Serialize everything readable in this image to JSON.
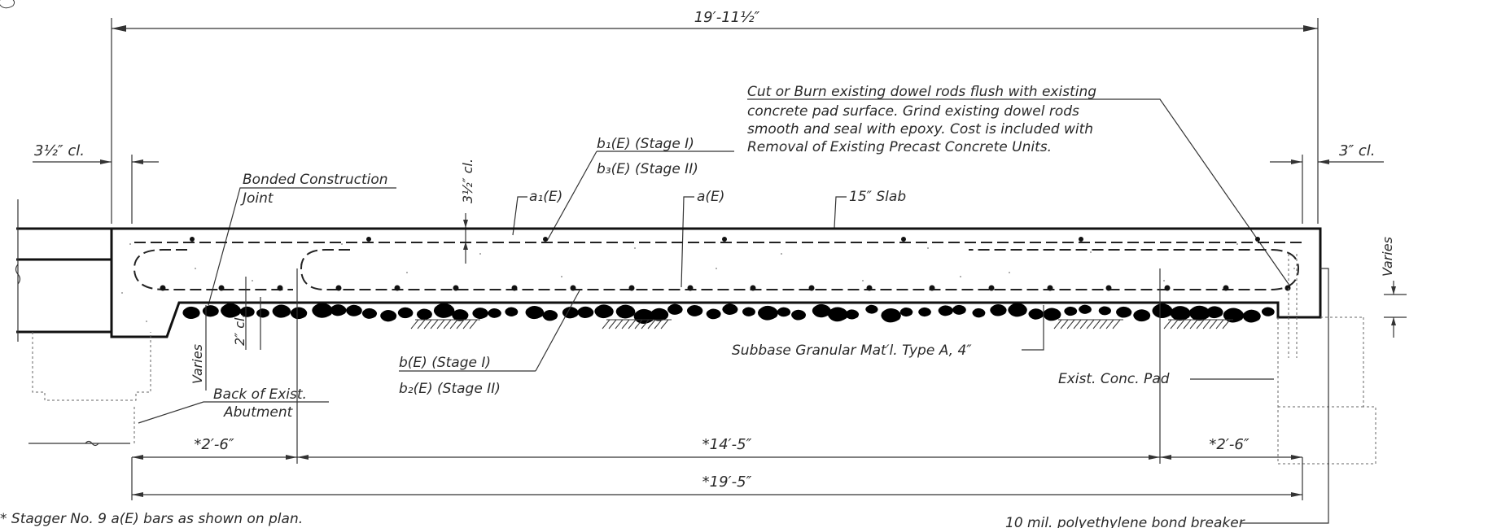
{
  "dimensions": {
    "overall_top": "19′-11½″",
    "left_clear": "3½″ cl.",
    "right_clear": "3″ cl.",
    "top_clear": "3½″ cl.",
    "bottom_clear": "2″ cl.",
    "seg_left": "*2′-6″",
    "seg_mid": "*14′-5″",
    "seg_right": "*2′-6″",
    "overall_bottom": "*19′-5″",
    "varies_left": "Varies",
    "varies_right": "Varies"
  },
  "labels": {
    "bonded_joint_1": "Bonded Construction",
    "bonded_joint_2": "Joint",
    "a1e": "a₁(E)",
    "b1e": "b₁(E) (Stage I)",
    "b3e": "b₃(E) (Stage II)",
    "ae": "a(E)",
    "slab": "15″ Slab",
    "cut_note_1": "Cut or Burn existing dowel rods flush with existing",
    "cut_note_2": "concrete pad surface.  Grind existing dowel rods",
    "cut_note_3": "smooth and seal with epoxy.  Cost is included with",
    "cut_note_4": "Removal of Existing Precast Concrete Units.",
    "be": "b(E) (Stage I)",
    "b2e": "b₂(E) (Stage II)",
    "subbase": "Subbase Granular Mat′l. Type A, 4″",
    "pad": "Exist. Conc. Pad",
    "abutment_1": "Back of Exist.",
    "abutment_2": "Abutment",
    "footnote": "*  Stagger No. 9 a(E) bars as shown on plan.",
    "bond_breaker": "10 mil. polyethylene bond breaker"
  }
}
